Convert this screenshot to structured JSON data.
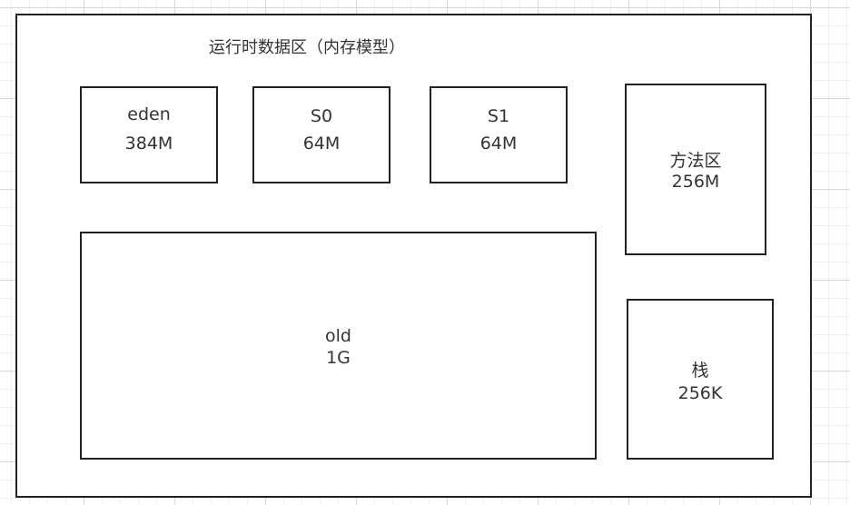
{
  "diagram": {
    "title": "运行时数据区（内存模型）",
    "regions": {
      "eden": {
        "name": "eden",
        "size": "384M"
      },
      "s0": {
        "name": "S0",
        "size": "64M"
      },
      "s1": {
        "name": "S1",
        "size": "64M"
      },
      "method_area": {
        "name": "方法区",
        "size": "256M"
      },
      "old": {
        "name": "old",
        "size": "1G"
      },
      "stack": {
        "name": "栈",
        "size": "256K"
      }
    }
  }
}
